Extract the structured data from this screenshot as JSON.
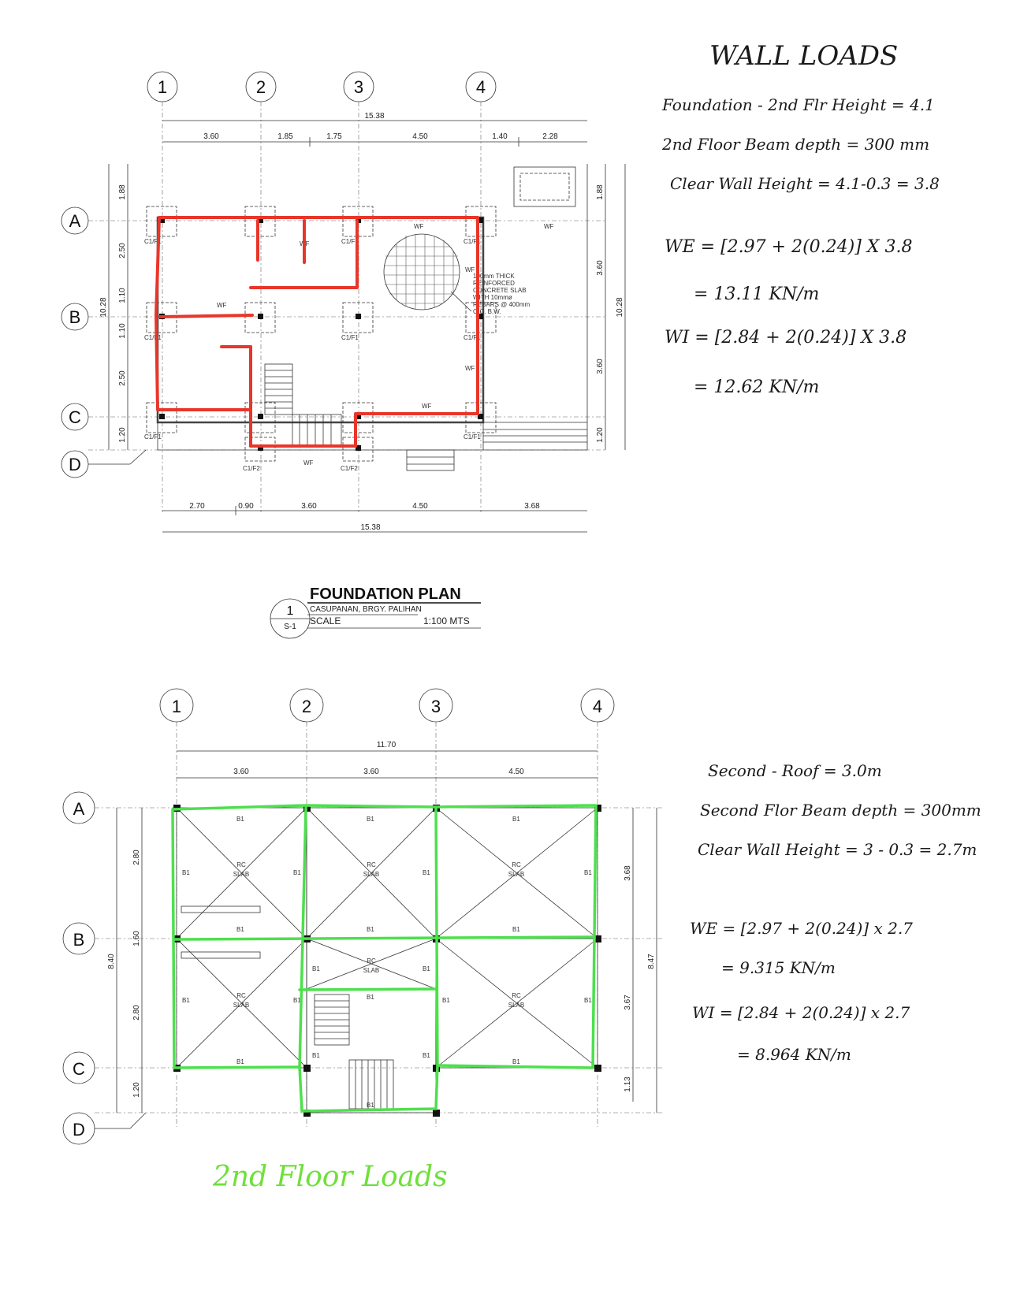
{
  "plan1": {
    "grid_cols": [
      "1",
      "2",
      "3",
      "4"
    ],
    "grid_rows": [
      "A",
      "B",
      "C",
      "D"
    ],
    "top_dims": [
      "3.60",
      "1.85",
      "1.75",
      "4.50",
      "1.40",
      "2.28"
    ],
    "top_total": "15.38",
    "bottom_dims": [
      "2.70",
      "0.90",
      "3.60",
      "4.50",
      "3.68"
    ],
    "bottom_total": "15.38",
    "left_dims": [
      "1.88",
      "2.50",
      "1.10",
      "1.10",
      "2.50",
      "1.20"
    ],
    "left_total": "10.28",
    "right_dims": [
      "1.88",
      "3.60",
      "3.60",
      "1.20"
    ],
    "right_total": "10.28",
    "slab_note": [
      "100mm THICK",
      "REINFORCED",
      "CONCRETE SLAB",
      "WITH 10mmø",
      "REBARS @ 400mm",
      "O.C. B.W."
    ],
    "footing_labels": [
      "C1/F1",
      "C1/F2",
      "WF"
    ],
    "title_number": "1",
    "title_sheet": "S-1",
    "title": "FOUNDATION PLAN",
    "location": "CASUPANAN, BRGY. PALIHAN",
    "scale_label": "SCALE",
    "scale_value": "1:100 MTS"
  },
  "notes1": {
    "heading": "WALL LOADS",
    "lines": [
      "Foundation - 2nd Flr Height = 4.1",
      "2nd Floor Beam depth = 300 mm",
      "Clear Wall Height = 4.1-0.3 = 3.8",
      "WE = [2.97 + 2(0.24)] X 3.8",
      "= 13.11 KN/m",
      "WI = [2.84 + 2(0.24)] X 3.8",
      "= 12.62 KN/m"
    ]
  },
  "plan2": {
    "grid_cols": [
      "1",
      "2",
      "3",
      "4"
    ],
    "grid_rows": [
      "A",
      "B",
      "C",
      "D"
    ],
    "top_dims": [
      "3.60",
      "3.60",
      "4.50"
    ],
    "top_total": "11.70",
    "left_dims": [
      "2.80",
      "1.60",
      "2.80",
      "1.20"
    ],
    "left_total": "8.40",
    "right_dims": [
      "3.68",
      "3.67",
      "1.13"
    ],
    "right_total": "8.47",
    "beam_label": "B1",
    "slab_label_1": "RC",
    "slab_label_2": "SLAB",
    "caption": "2nd Floor Loads"
  },
  "notes2": {
    "lines": [
      "Second - Roof = 3.0m",
      "Second Flor Beam depth = 300mm",
      "Clear Wall Height = 3 - 0.3 = 2.7m",
      "WE = [2.97 + 2(0.24)] x 2.7",
      "= 9.315 KN/m",
      "WI = [2.84 + 2(0.24)] x 2.7",
      "= 8.964 KN/m"
    ]
  },
  "colors": {
    "foundation_markup": "#e8362a",
    "second_floor_markup": "#4de04d"
  }
}
